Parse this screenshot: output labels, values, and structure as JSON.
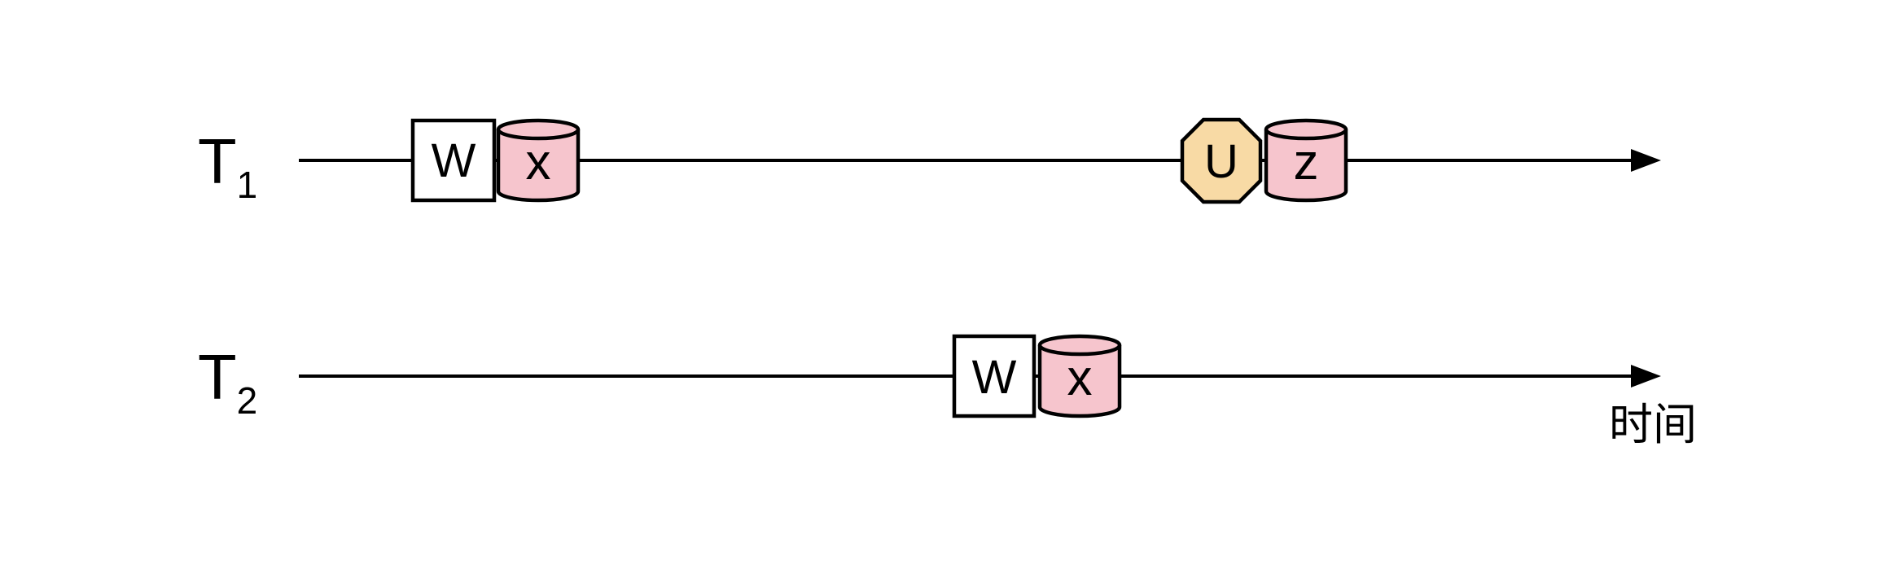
{
  "diagram": {
    "kind": "transaction-lock-timeline",
    "time_axis_label": "时间",
    "colors": {
      "line": "#000000",
      "lock_box_fill": "#ffffff",
      "data_item_fill": "#F6C5CD",
      "unlock_fill": "#F8DAA5",
      "text": "#000000"
    },
    "timelines": [
      {
        "name": "T1",
        "label_main": "T",
        "label_sub": "1",
        "events": [
          {
            "shape": "square",
            "label": "W"
          },
          {
            "shape": "cylinder",
            "label": "x"
          },
          {
            "shape": "octagon",
            "label": "U"
          },
          {
            "shape": "cylinder",
            "label": "z"
          }
        ]
      },
      {
        "name": "T2",
        "label_main": "T",
        "label_sub": "2",
        "events": [
          {
            "shape": "square",
            "label": "W"
          },
          {
            "shape": "cylinder",
            "label": "x"
          }
        ]
      }
    ]
  }
}
